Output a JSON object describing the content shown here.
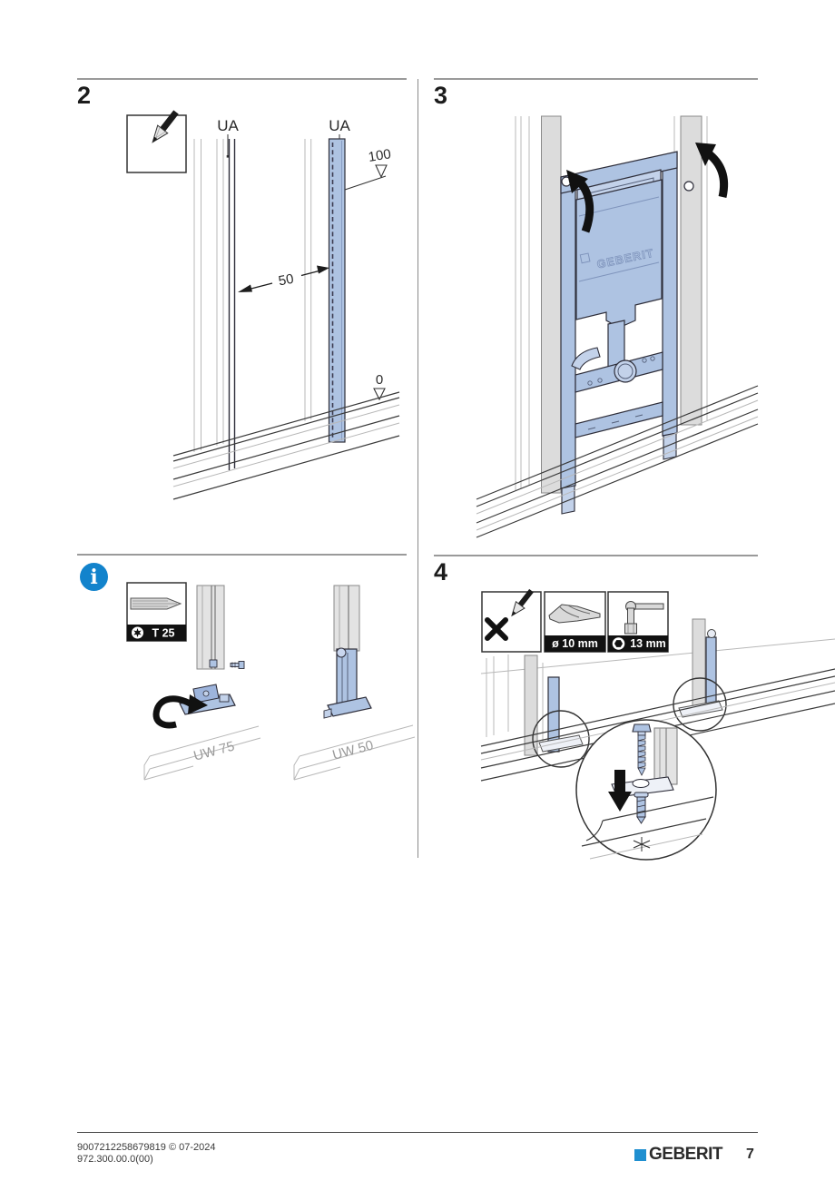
{
  "steps": {
    "step2": {
      "number": "2",
      "ua_left": "UA",
      "ua_right": "UA",
      "level_top": "100",
      "dim_between": "50",
      "level_floor": "0"
    },
    "step3": {
      "number": "3",
      "embossed_logo": "GEBERIT"
    },
    "info": {
      "torx_label": "T 25",
      "uw_left": "UW 75",
      "uw_right": "UW 50"
    },
    "step4": {
      "number": "4",
      "drill_label": "ø 10 mm",
      "socket_label": "13 mm"
    }
  },
  "footer": {
    "code_line1": "9007212258679819 © 07-2024",
    "code_line2": "972.300.00.0(00)",
    "brand": "GEBERIT",
    "page_number": "7"
  },
  "colors": {
    "brand_blue": "#1f8fd0",
    "info_blue": "#1283cc",
    "part_blue": "#aec3e2",
    "stud_gray": "#dcdcdc"
  }
}
